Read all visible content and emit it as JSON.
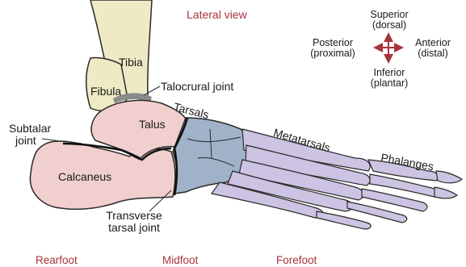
{
  "title": "Lateral view",
  "orientation": {
    "superior": "Superior",
    "superior_sub": "(dorsal)",
    "inferior": "Inferior",
    "inferior_sub": "(plantar)",
    "posterior": "Posterior",
    "posterior_sub": "(proximal)",
    "anterior": "Anterior",
    "anterior_sub": "(distal)"
  },
  "labels": {
    "tibia": "Tibia",
    "fibula": "Fibula",
    "talocrural_joint": "Talocrural joint",
    "tarsals": "Tarsals",
    "talus": "Talus",
    "subtalar_joint_line1": "Subtalar",
    "subtalar_joint_line2": "joint",
    "metatarsals": "Metatarsals",
    "phalanges": "Phalanges",
    "calcaneus": "Calcaneus",
    "transverse_line1": "Transverse",
    "transverse_line2": "tarsal joint"
  },
  "regions": {
    "rearfoot": "Rearfoot",
    "midfoot": "Midfoot",
    "forefoot": "Forefoot"
  },
  "colors": {
    "leg_bone": "#eeeac4",
    "rearfoot_bone": "#f2cfcf",
    "midfoot_bone": "#9fb2c7",
    "forefoot_bone": "#ccc4e2",
    "outline": "#2a2a2a",
    "accent_red": "#a8343a"
  },
  "icons": {
    "direction": "four-way-arrow-icon"
  }
}
